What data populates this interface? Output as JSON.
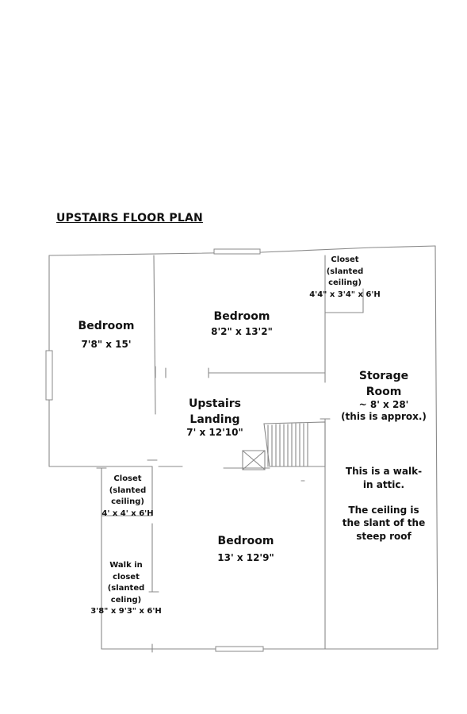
{
  "title": "UPSTAIRS FLOOR PLAN",
  "rooms": {
    "bedroom_left": {
      "name": "Bedroom",
      "dims": "7'8\" x 15'"
    },
    "bedroom_top": {
      "name": "Bedroom",
      "dims": "8'2\" x 13'2\""
    },
    "closet_top": {
      "line1": "Closet",
      "line2": "(slanted",
      "line3": "ceiling)",
      "dims": "4'4\" x 3'4\" x 6'H"
    },
    "storage": {
      "line1": "Storage",
      "line2": "Room",
      "dims": "~ 8' x 28'",
      "note": "(this is approx.)"
    },
    "landing": {
      "line1": "Upstairs",
      "line2": "Landing",
      "dims": "7' x 12'10\""
    },
    "attic_note": {
      "line1": "This is a walk-",
      "line2": "in attic.",
      "line3": "The ceiling is",
      "line4": "the slant of the",
      "line5": "steep roof"
    },
    "closet_mid": {
      "line1": "Closet",
      "line2": "(slanted",
      "line3": "ceiling)",
      "dims": "4' x 4' x 6'H"
    },
    "bedroom_bottom": {
      "name": "Bedroom",
      "dims": "13' x 12'9\""
    },
    "walkin_closet": {
      "line1": "Walk in",
      "line2": "closet",
      "line3": "(slanted",
      "line4": "celing)",
      "dims": "3'8\" x 9'3\" x 6'H"
    }
  },
  "colors": {
    "line": "#8a8a8a",
    "text": "#111111"
  }
}
